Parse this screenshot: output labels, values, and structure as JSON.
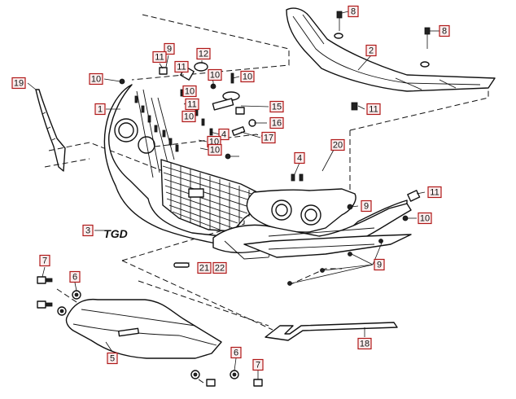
{
  "diagram": {
    "callouts": [
      {
        "id": "c8a",
        "text": "8"
      },
      {
        "id": "c8b",
        "text": "8"
      },
      {
        "id": "c2",
        "text": "2"
      },
      {
        "id": "c11a",
        "text": "11"
      },
      {
        "id": "c9a",
        "text": "9"
      },
      {
        "id": "c11b",
        "text": "11"
      },
      {
        "id": "c12",
        "text": "12"
      },
      {
        "id": "c11c",
        "text": "11"
      },
      {
        "id": "c10a",
        "text": "10"
      },
      {
        "id": "c10b",
        "text": "10"
      },
      {
        "id": "c10c",
        "text": "10"
      },
      {
        "id": "c19",
        "text": "19"
      },
      {
        "id": "c10d",
        "text": "10"
      },
      {
        "id": "c11d",
        "text": "11"
      },
      {
        "id": "c1",
        "text": "1"
      },
      {
        "id": "c15",
        "text": "15"
      },
      {
        "id": "c10e",
        "text": "10"
      },
      {
        "id": "c16",
        "text": "16"
      },
      {
        "id": "c4a",
        "text": "4"
      },
      {
        "id": "c17",
        "text": "17"
      },
      {
        "id": "c10f",
        "text": "10"
      },
      {
        "id": "c10g",
        "text": "10"
      },
      {
        "id": "c11e",
        "text": "11"
      },
      {
        "id": "c20",
        "text": "20"
      },
      {
        "id": "c4b",
        "text": "4"
      },
      {
        "id": "c11f",
        "text": "11"
      },
      {
        "id": "c9b",
        "text": "9"
      },
      {
        "id": "c10h",
        "text": "10"
      },
      {
        "id": "c3",
        "text": "3"
      },
      {
        "id": "c9c",
        "text": "9"
      },
      {
        "id": "c21",
        "text": "21"
      },
      {
        "id": "c22",
        "text": "22"
      },
      {
        "id": "c7a",
        "text": "7"
      },
      {
        "id": "c6a",
        "text": "6"
      },
      {
        "id": "c18",
        "text": "18"
      },
      {
        "id": "c5",
        "text": "5"
      },
      {
        "id": "c6b",
        "text": "6"
      },
      {
        "id": "c7b",
        "text": "7"
      }
    ],
    "emblem_text": "TGD"
  }
}
